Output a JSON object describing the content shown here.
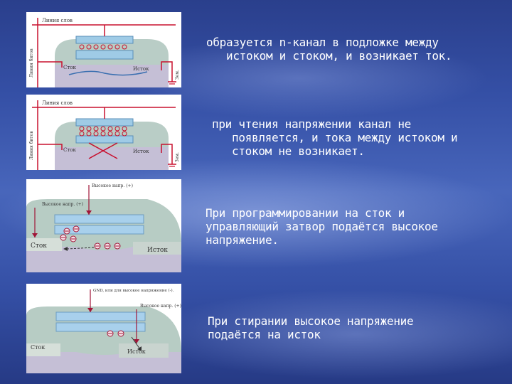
{
  "slide": {
    "background": "#3a55ad",
    "captions": [
      [
        "образуется n-канал в подложке между",
        "истоком и стоком, и возникает ток."
      ],
      [
        "при чтения напряжении канал не",
        "появляется, и тока между истоком и",
        "стоком не возникает."
      ],
      [
        "При программировании на сток и",
        "управляющий затвор подаётся высокое",
        "напряжение."
      ],
      [
        "При стирании высокое напряжение",
        "подаётся на исток"
      ]
    ]
  },
  "panels": {
    "read_cell": {
      "word_line": "Линия слов",
      "bit_line": "Линия битов",
      "drain": "Сток",
      "source": "Исток",
      "ground": "Зем."
    },
    "program": {
      "high_v_label": "Высокое напр. (+)",
      "gate_label": "Высокое напр. (+)",
      "drain": "Сток",
      "source": "Исток"
    },
    "erase": {
      "gnd_label": "GND, или для высокое напряжение (-).",
      "high_v_label": "Высокое напр. (+)",
      "drain": "Сток",
      "source": "Исток"
    }
  },
  "colors": {
    "red_line": "#c8102e",
    "gate_blue": "#a8d0ec",
    "dome_teal": "#b7ccc4",
    "substrate": "#c5bfd6"
  }
}
